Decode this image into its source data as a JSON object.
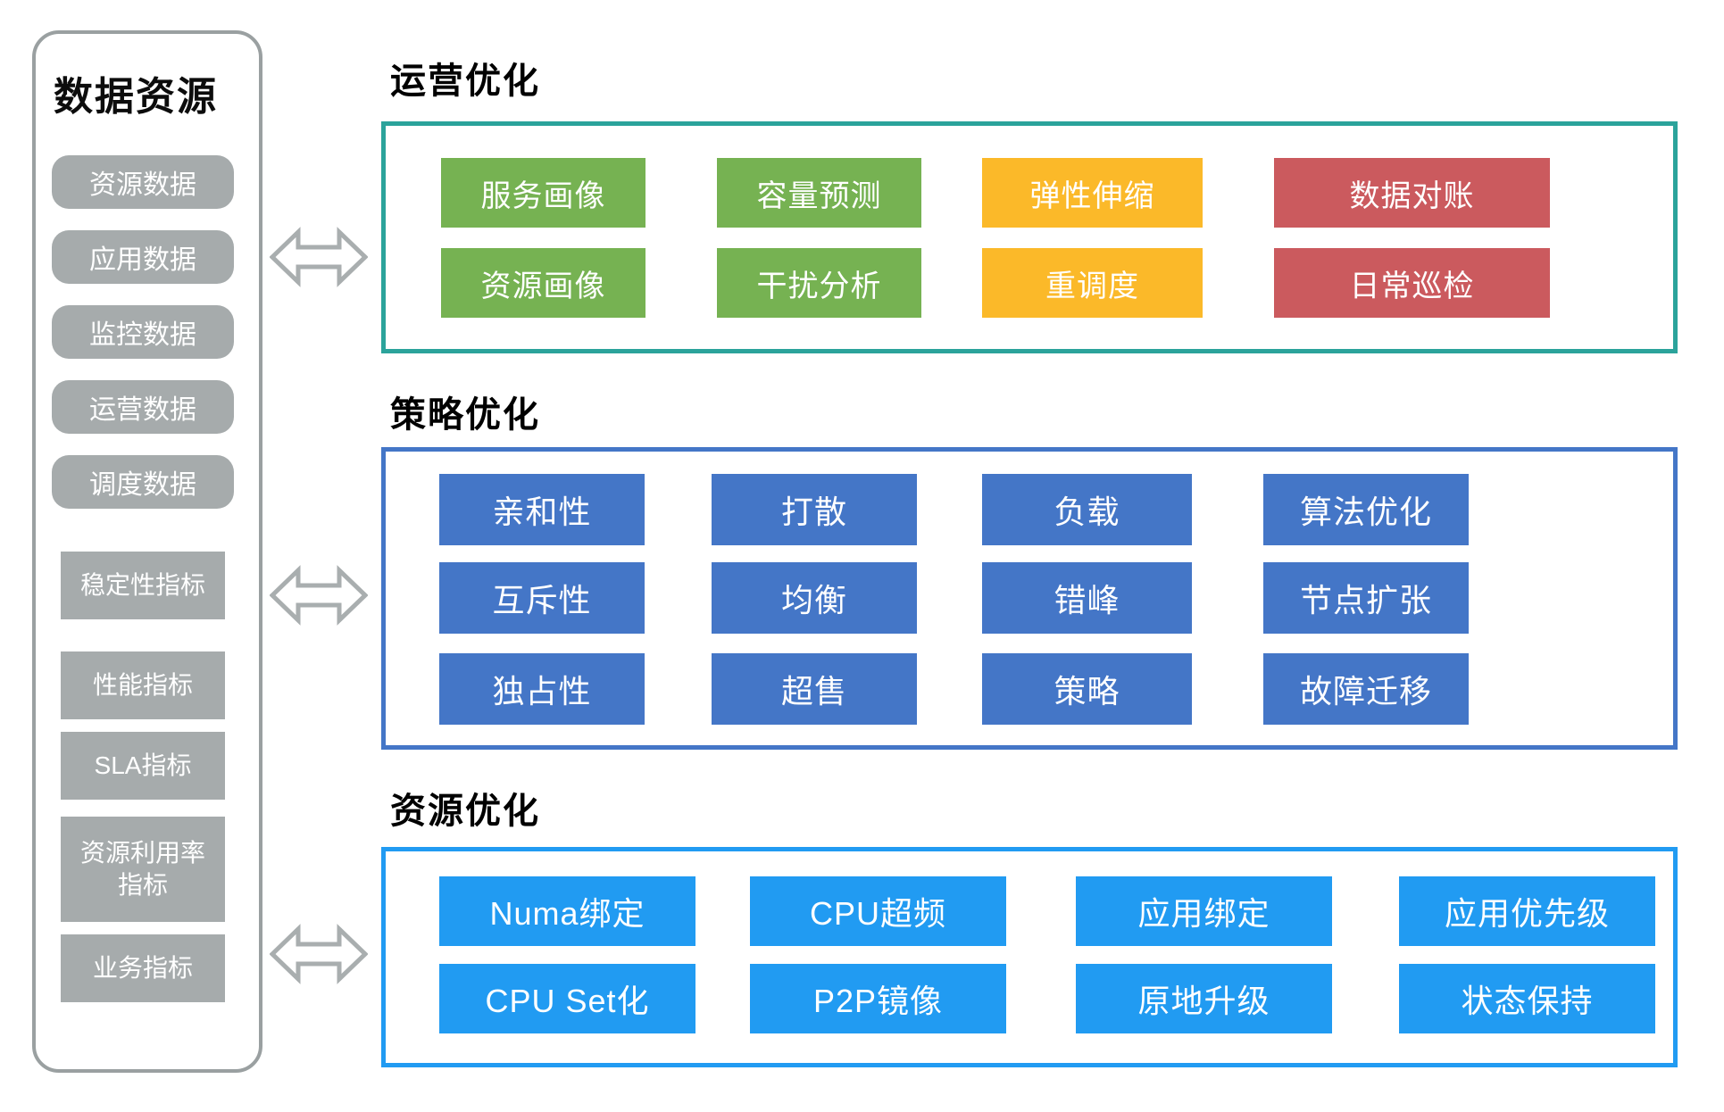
{
  "sidebar": {
    "title": "数据资源",
    "pills": [
      "资源数据",
      "应用数据",
      "监控数据",
      "运营数据",
      "调度数据"
    ],
    "metrics": [
      "稳定性指标",
      "性能指标",
      "SLA指标",
      "资源利用率指标",
      "业务指标"
    ]
  },
  "sections": {
    "ops": {
      "title": "运营优化",
      "buttons": [
        "服务画像",
        "资源画像",
        "容量预测",
        "干扰分析",
        "弹性伸缩",
        "重调度",
        "数据对账",
        "日常巡检"
      ]
    },
    "strategy": {
      "title": "策略优化",
      "buttons": [
        "亲和性",
        "互斥性",
        "独占性",
        "打散",
        "均衡",
        "超售",
        "负载",
        "错峰",
        "策略",
        "算法优化",
        "节点扩张",
        "故障迁移"
      ]
    },
    "resource": {
      "title": "资源优化",
      "buttons": [
        "Numa绑定",
        "CPU Set化",
        "CPU超频",
        "P2P镜像",
        "应用绑定",
        "原地升级",
        "应用优先级",
        "状态保持"
      ]
    }
  },
  "colors": {
    "gray_pill": "#a6abac",
    "sidebar_border": "#9aa0a1",
    "ops_border_teal": "#2ba39b",
    "green": "#76b252",
    "yellow": "#fbb929",
    "red": "#cb5a5e",
    "strategy_blue": "#4476c7",
    "resource_blue": "#219bf2",
    "arrow_gray": "#a9aeaf"
  }
}
